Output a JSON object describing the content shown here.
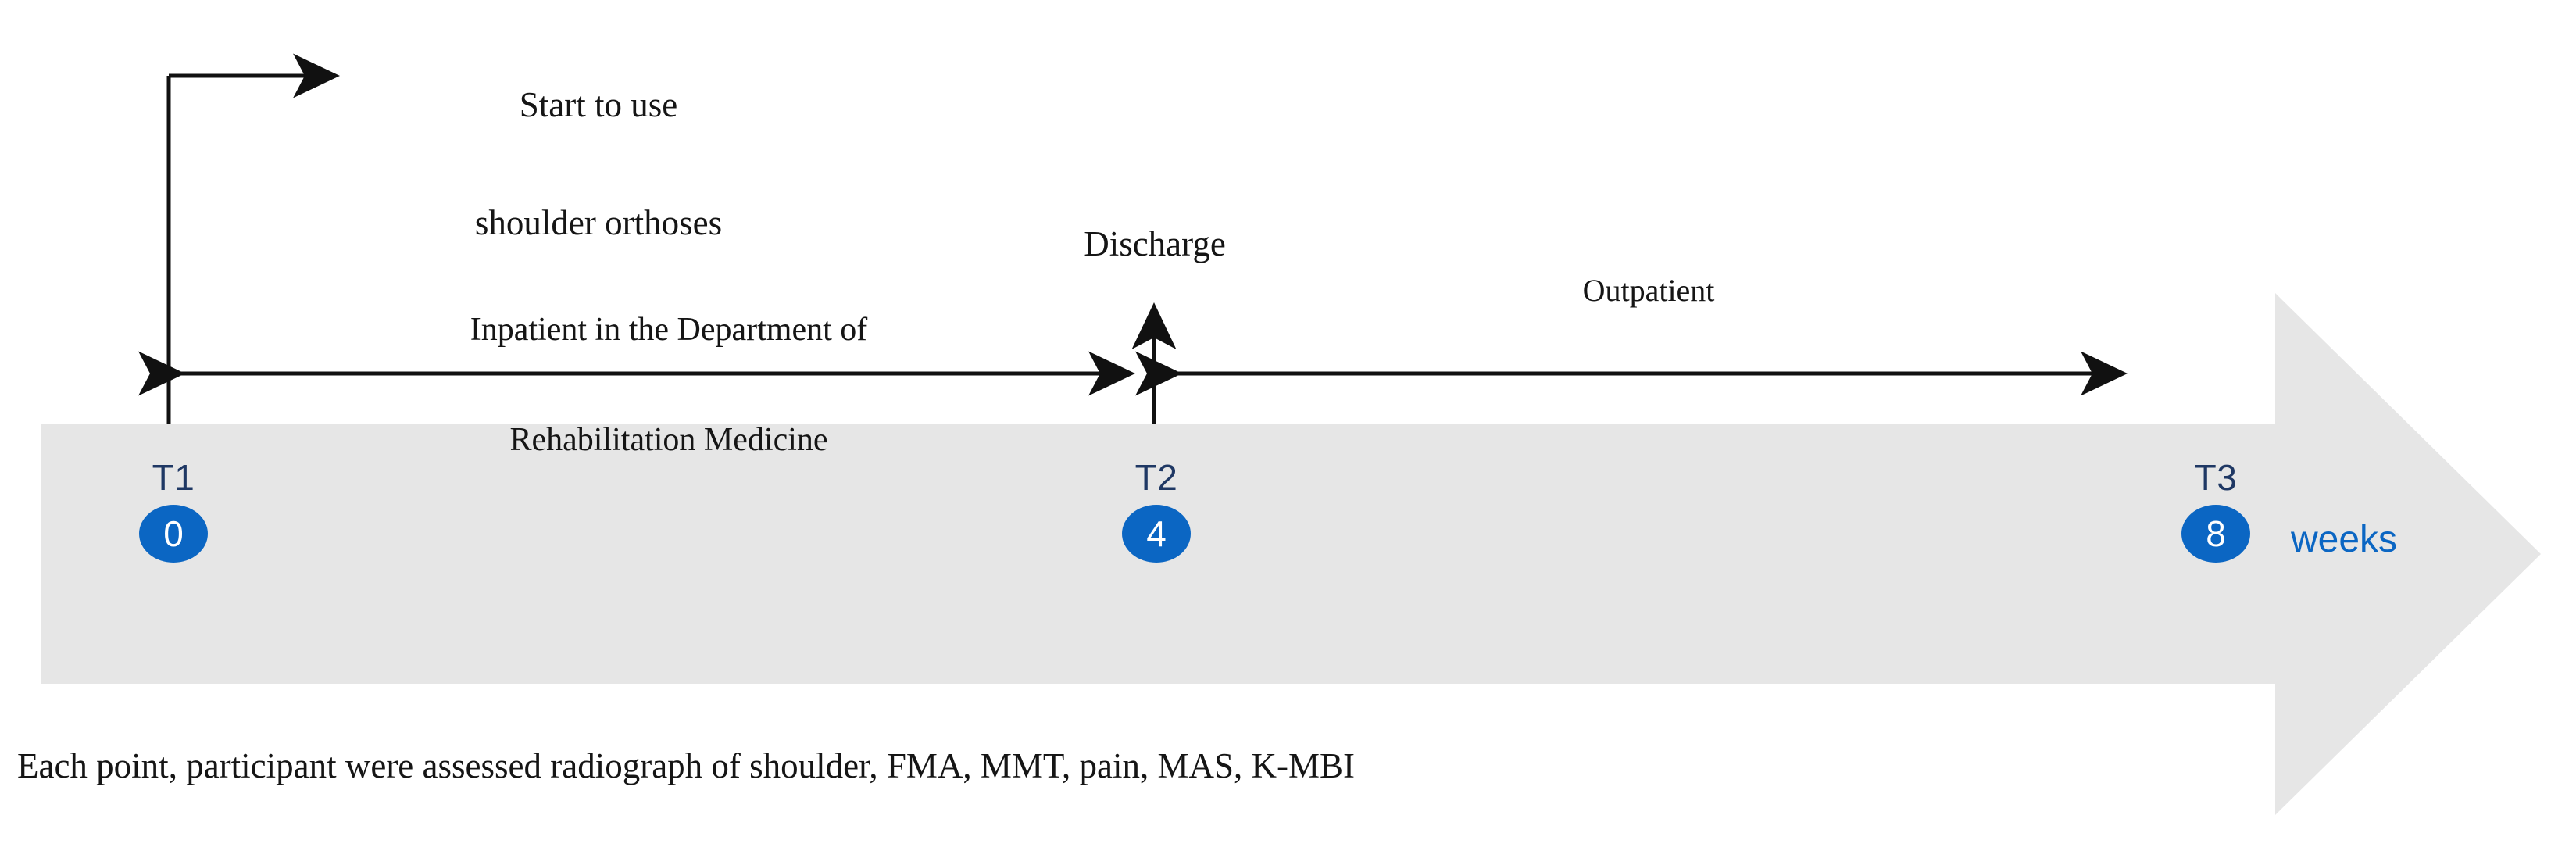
{
  "diagram": {
    "title_text_color": "#151515",
    "band_color": "#E6E6E6",
    "accent_blue": "#0B66C3",
    "label_navy": "#1F3864",
    "annotations": {
      "orthoses": {
        "line1": "Start to use",
        "line2": "shoulder orthoses"
      },
      "inpatient": {
        "line1": "Inpatient in the Department of",
        "line2": "Rehabilitation Medicine"
      },
      "discharge": "Discharge",
      "outpatient": "Outpatient"
    },
    "timepoints": [
      {
        "id": "T1",
        "label": "T1",
        "value": "0"
      },
      {
        "id": "T2",
        "label": "T2",
        "value": "4"
      },
      {
        "id": "T3",
        "label": "T3",
        "value": "8"
      }
    ],
    "axis_unit": "weeks",
    "caption": "Each point, participant were assessed radiograph of shoulder, FMA, MMT, pain, MAS, K-MBI"
  }
}
